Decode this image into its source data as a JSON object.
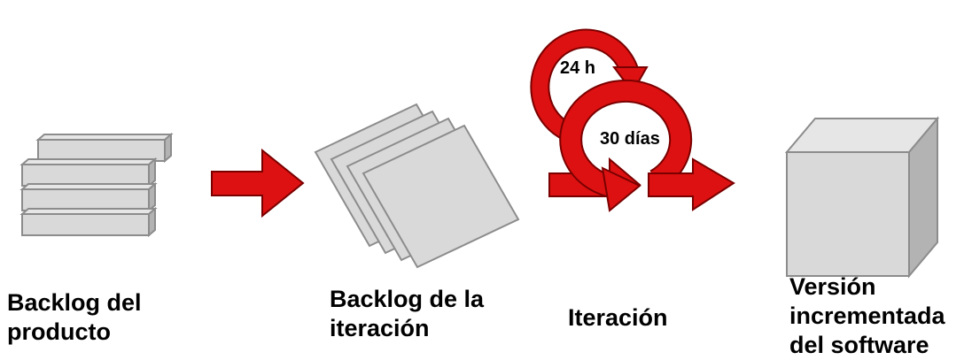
{
  "colors": {
    "arrow_fill": "#dd1111",
    "arrow_stroke": "#7a0000",
    "shape_fill": "#d9d9d9",
    "shape_stroke": "#8c8c8c",
    "text": "#000000"
  },
  "icons": {
    "product_backlog": "stacked-bars-icon",
    "iteration_backlog": "stacked-sheets-icon",
    "daily_cycle": "circular-arrow-icon",
    "sprint_cycle": "circular-arrow-icon",
    "increment": "cube-icon",
    "flow": "right-arrow-icon"
  },
  "loops": {
    "daily_label": "24 h",
    "sprint_label": "30 días"
  },
  "stages": {
    "product_backlog": {
      "line1": "Backlog del",
      "line2": "producto"
    },
    "iteration_backlog": {
      "line1": "Backlog de la",
      "line2": "iteración"
    },
    "iteration": {
      "line1": "Iteración"
    },
    "increment": {
      "line1": "Versión",
      "line2": "incrementada",
      "line3": "del software"
    }
  }
}
